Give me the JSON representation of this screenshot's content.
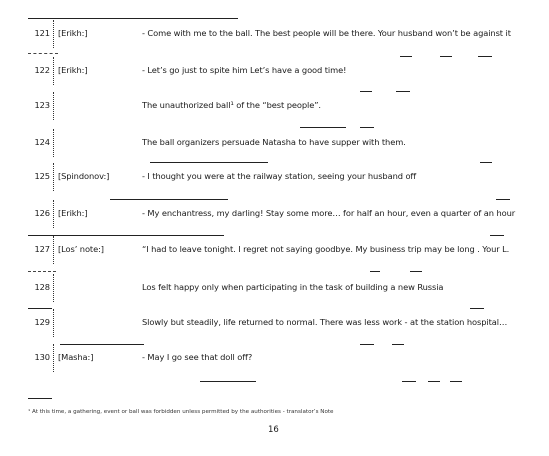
{
  "rows": [
    {
      "num": "121",
      "who": "[Erikh:]",
      "text": "- Come with me to the ball. The best people will be there. Your husband won’t be against it"
    },
    {
      "num": "122",
      "who": "[Erikh:]",
      "text": "- Let’s go just to spite him Let’s have a good time!"
    },
    {
      "num": "123",
      "who": "",
      "text": "The unauthorized ball¹ of the “best people”."
    },
    {
      "num": "124",
      "who": "",
      "text": "The ball organizers persuade Natasha to have supper with them."
    },
    {
      "num": "125",
      "who": "[Spindonov:]",
      "text": "- I thought you were at the railway station, seeing your husband off"
    },
    {
      "num": "126",
      "who": "[Erikh:]",
      "text": "- My enchantress, my darling! Stay some more… for half an hour, even a quarter of an hour"
    },
    {
      "num": "127",
      "who": "[Los’ note:]",
      "text": "“I had to leave tonight. I regret not saying goodbye. My business trip may be long . Your L."
    },
    {
      "num": "128",
      "who": "",
      "text": "Los felt happy only when participating in the task of building a new Russia"
    },
    {
      "num": "129",
      "who": "",
      "text": "Slowly but steadily, life returned to normal. There was less work - at the station hospital…"
    },
    {
      "num": "130",
      "who": "[Masha:]",
      "text": "- May I go see that doll off?"
    }
  ],
  "footnote": "¹ At this time, a gathering, event or ball was forbidden unless permitted by the authorities - translator’s Note",
  "page_number": "16"
}
